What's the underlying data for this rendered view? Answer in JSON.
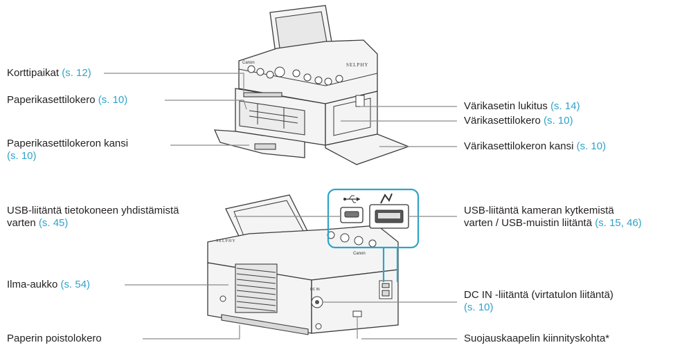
{
  "top_labels": {
    "card_slots": {
      "text": "Korttipaikat",
      "ref": "(s. 12)"
    },
    "paper_tray_slot": {
      "text": "Paperikasettilokero",
      "ref": "(s. 10)"
    },
    "paper_tray_cover": {
      "text": "Paperikasettilokeron kansi",
      "ref": "(s. 10)"
    },
    "ink_lock": {
      "text": "Värikasetin lukitus",
      "ref": "(s. 14)"
    },
    "ink_slot": {
      "text": "Värikasettilokero",
      "ref": "(s. 10)"
    },
    "ink_cover": {
      "text": "Värikasettilokeron kansi",
      "ref": "(s. 10)"
    }
  },
  "bottom_labels": {
    "usb_pc": {
      "line1": "USB-liitäntä tietokoneen yhdistämistä",
      "line2": "varten",
      "ref": "(s. 45)"
    },
    "usb_camera": {
      "line1": "USB-liitäntä kameran kytkemistä",
      "line2": "varten / USB-muistin liitäntä",
      "ref": "(s. 15, 46)"
    },
    "air_vent": {
      "text": "Ilma-aukko",
      "ref": "(s. 54)"
    },
    "paper_exit": {
      "text": "Paperin poistolokero"
    },
    "dc_in": {
      "text": "DC IN -liitäntä (virtatulon liitäntä)",
      "ref": "(s. 10)"
    },
    "security_slot": {
      "text": "Suojauskaapelin kiinnityskohta*"
    }
  },
  "printer_text": {
    "brand": "Canon",
    "model": "SELPHY",
    "dc_label": "DC IN"
  }
}
